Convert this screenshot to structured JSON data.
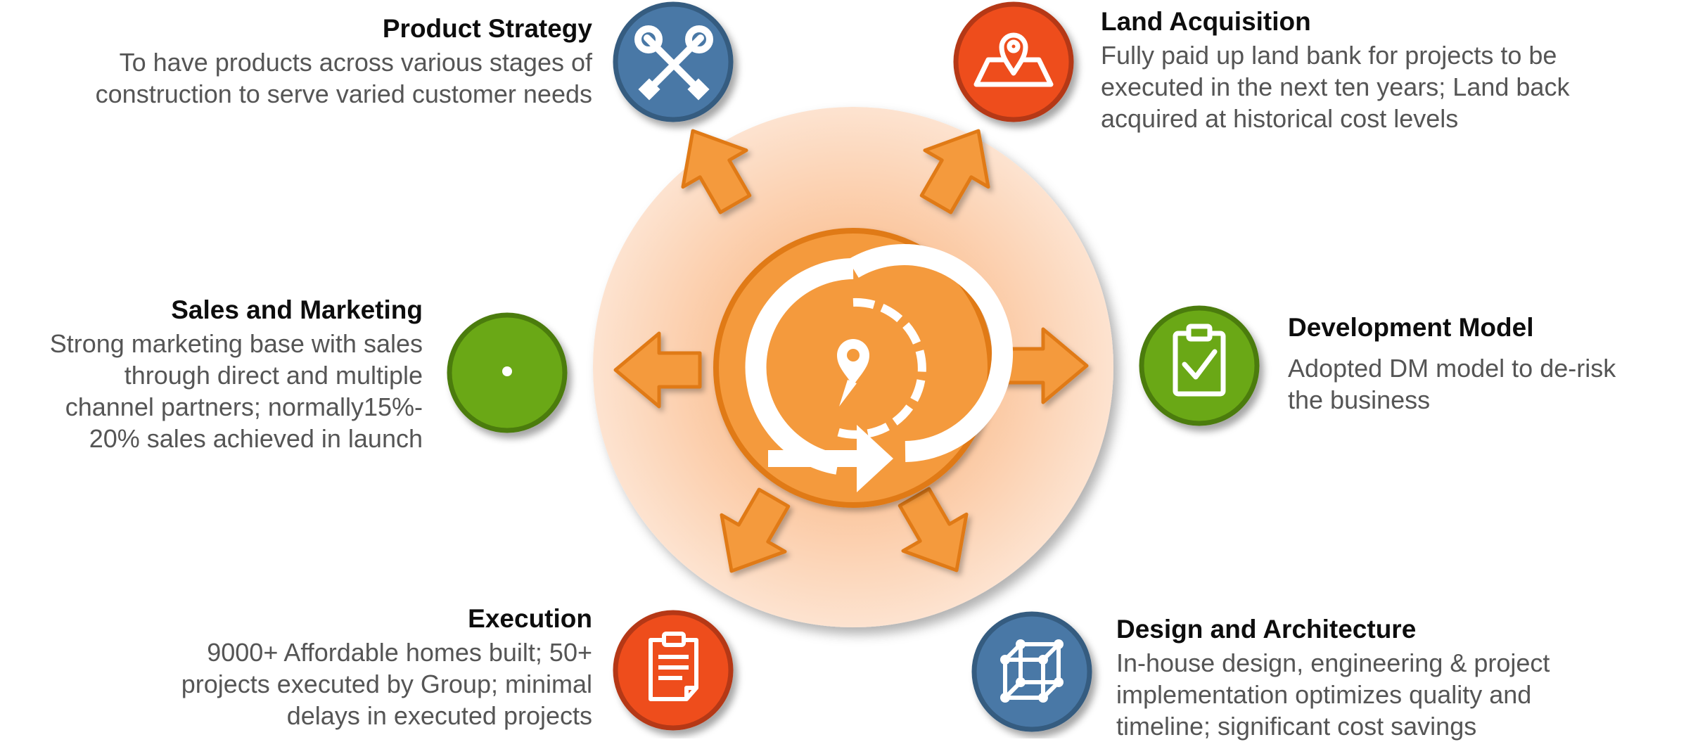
{
  "colors": {
    "blue": "#4a78a6",
    "red": "#ee4e1e",
    "green": "#6aa814",
    "orange": "#f49a3c",
    "orange_dark": "#e07a17",
    "halo": "#fde1cc"
  },
  "center": {
    "icons": [
      "clockwise-arrow-icon",
      "location-pin-icon"
    ]
  },
  "items": {
    "product_strategy": {
      "title": "Product Strategy",
      "desc_lines": [
        "To have products across various stages of",
        "construction to serve varied customer needs"
      ],
      "icon": "wrench-screwdriver-icon",
      "color": "#4a78a6"
    },
    "land_acquisition": {
      "title": "Land Acquisition",
      "desc_lines": [
        "Fully paid up land bank for projects to be",
        "executed in the next ten years; Land back",
        "acquired at historical cost levels"
      ],
      "icon": "map-pin-icon",
      "color": "#ee4e1e"
    },
    "sales_marketing": {
      "title": "Sales and Marketing",
      "desc_lines": [
        "Strong marketing base with sales",
        "through direct and multiple",
        "channel partners; normally15%-",
        "20% sales achieved in launch"
      ],
      "icon": "dot-icon",
      "color": "#6aa814"
    },
    "development_model": {
      "title": "Development Model",
      "desc_lines": [
        "Adopted DM model to de-risk",
        "the business"
      ],
      "icon": "clipboard-check-icon",
      "color": "#6aa814"
    },
    "execution": {
      "title": "Execution",
      "desc_lines": [
        "9000+ Affordable homes built; 50+",
        "projects executed by Group; minimal",
        "delays in executed projects"
      ],
      "icon": "document-icon",
      "color": "#ee4e1e"
    },
    "design_architecture": {
      "title": "Design and Architecture",
      "desc_lines": [
        "In-house design, engineering & project",
        "implementation optimizes quality and",
        "timeline; significant cost savings"
      ],
      "icon": "cube-icon",
      "color": "#4a78a6"
    }
  }
}
